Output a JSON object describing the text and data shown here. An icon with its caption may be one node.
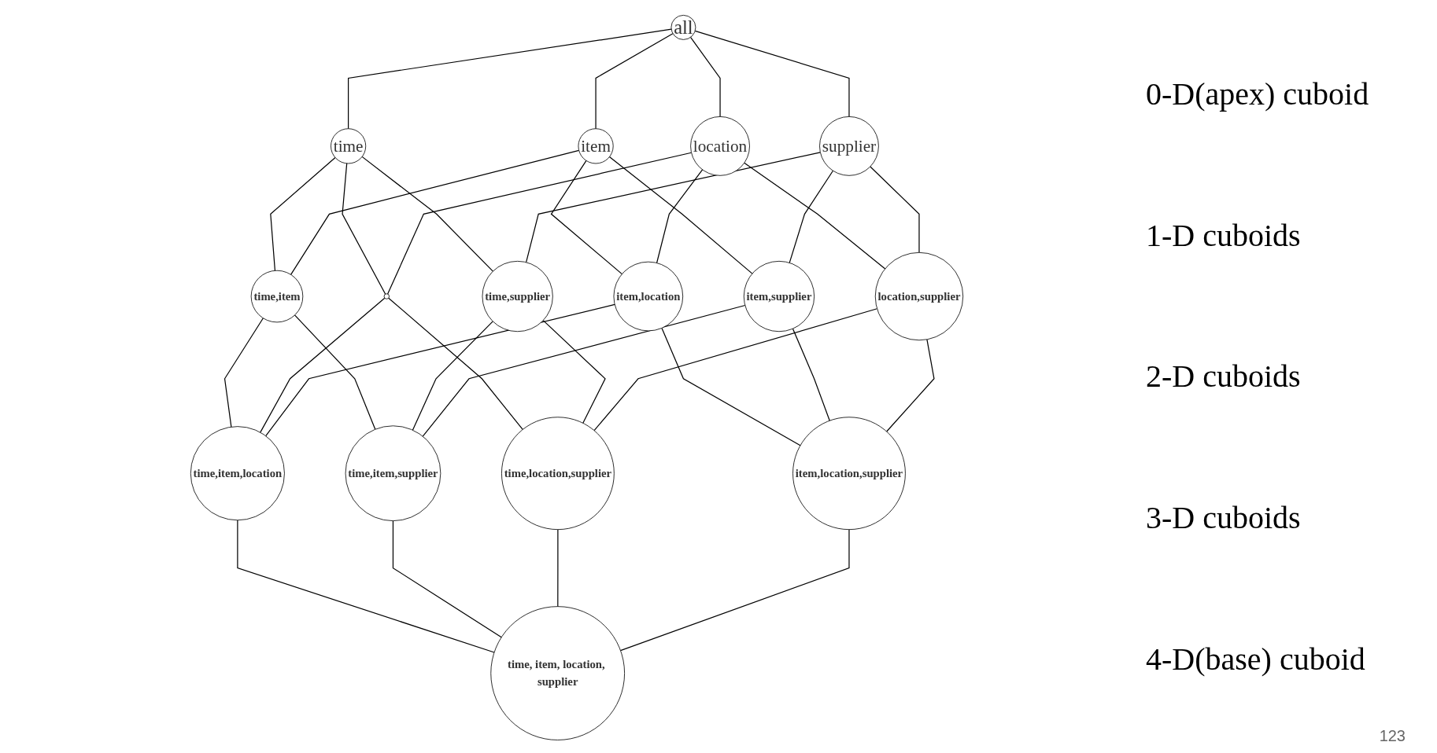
{
  "diagram": {
    "nodes": [
      {
        "text": [
          "all"
        ]
      },
      {
        "text": [
          "time"
        ]
      },
      {
        "text": [
          "item"
        ]
      },
      {
        "text": [
          "location"
        ]
      },
      {
        "text": [
          "supplier"
        ]
      },
      {
        "text": [
          "time,item"
        ]
      },
      {
        "text": [],
        "shape": "circle"
      },
      {
        "text": [
          "time,supplier"
        ]
      },
      {
        "text": [
          "item,location"
        ]
      },
      {
        "text": [
          "item,supplier"
        ]
      },
      {
        "text": [
          "location,supplier"
        ]
      },
      {
        "text": [
          "time,item,location"
        ]
      },
      {
        "text": [
          "time,item,supplier"
        ]
      },
      {
        "text": [
          "time,location,supplier"
        ]
      },
      {
        "text": [
          "item,location,supplier"
        ]
      },
      {
        "text": [
          "time, item, location, supplier"
        ]
      }
    ],
    "edges": [
      {
        "from": 0,
        "to": 1,
        "arrow": "none"
      },
      {
        "from": 0,
        "to": 2,
        "arrow": "none"
      },
      {
        "from": 0,
        "to": 3,
        "arrow": "none"
      },
      {
        "from": 0,
        "to": 4,
        "arrow": "none"
      },
      {
        "from": 1,
        "to": 5,
        "arrow": "none"
      },
      {
        "from": 1,
        "to": 6,
        "arrow": "none"
      },
      {
        "from": 1,
        "to": 7,
        "arrow": "none"
      },
      {
        "from": 2,
        "to": 5,
        "arrow": "none"
      },
      {
        "from": 2,
        "to": 8,
        "arrow": "none"
      },
      {
        "from": 2,
        "to": 9,
        "arrow": "none"
      },
      {
        "from": 3,
        "to": 6,
        "arrow": "none"
      },
      {
        "from": 3,
        "to": 8,
        "arrow": "none"
      },
      {
        "from": 3,
        "to": 10,
        "arrow": "none"
      },
      {
        "from": 4,
        "to": 7,
        "arrow": "none"
      },
      {
        "from": 4,
        "to": 9,
        "arrow": "none"
      },
      {
        "from": 4,
        "to": 10,
        "arrow": "none"
      },
      {
        "from": 5,
        "to": 11,
        "arrow": "none"
      },
      {
        "from": 5,
        "to": 12,
        "arrow": "none"
      },
      {
        "from": 6,
        "to": 11,
        "arrow": "none"
      },
      {
        "from": 6,
        "to": 13,
        "arrow": "none"
      },
      {
        "from": 7,
        "to": 12,
        "arrow": "none"
      },
      {
        "from": 7,
        "to": 13,
        "arrow": "none"
      },
      {
        "from": 8,
        "to": 11,
        "arrow": "none"
      },
      {
        "from": 8,
        "to": 14,
        "arrow": "none"
      },
      {
        "from": 9,
        "to": 12,
        "arrow": "none"
      },
      {
        "from": 9,
        "to": 14,
        "arrow": "none"
      },
      {
        "from": 10,
        "to": 13,
        "arrow": "none"
      },
      {
        "from": 10,
        "to": 14,
        "arrow": "none"
      },
      {
        "from": 11,
        "to": 15,
        "arrow": "none"
      },
      {
        "from": 12,
        "to": 15,
        "arrow": "none"
      },
      {
        "from": 13,
        "to": 15,
        "arrow": "none"
      },
      {
        "from": 14,
        "to": 15,
        "arrow": "none"
      }
    ],
    "labels": [
      "0-D(apex) cuboid",
      "1-D cuboids",
      "2-D cuboids",
      "3-D cuboids",
      "4-D(base) cuboid",
      "123"
    ]
  }
}
